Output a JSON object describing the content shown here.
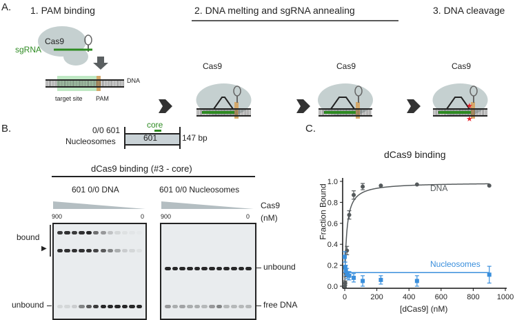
{
  "panels": {
    "a": "A.",
    "b": "B.",
    "c": "C."
  },
  "panel_a": {
    "step1": "1.  PAM binding",
    "step2": "2.  DNA melting and sgRNA annealing",
    "step3": "3.  DNA cleavage",
    "cas9": "Cas9",
    "sgrna": "sgRNA",
    "dna": "DNA",
    "target_site": "target site",
    "pam": "PAM",
    "colors": {
      "protein": "#c5d0d0",
      "sgrna": "#2e8b22",
      "pam": "#d4a86a",
      "target": "#bfe8c4",
      "cut": "#e8202a"
    }
  },
  "panel_b": {
    "construct_line1": "601 0/0",
    "construct_line2": "Nucleosomes",
    "core": "core",
    "box": "601",
    "length": "147 bp",
    "title": "dCas9 binding (#3 - core)",
    "gel_dna_title": "601 0/0 DNA",
    "gel_nuc_title": "601 0/0 Nucleosomes",
    "conc_high": "900",
    "conc_low": "0",
    "cas9_label": "Cas9",
    "unit_label": "(nM)",
    "bound": "bound",
    "unbound_left": "unbound",
    "unbound_right": "unbound",
    "free_dna": "free DNA",
    "gel_dna": {
      "upper_band": [
        0.85,
        0.9,
        0.85,
        0.9,
        0.95,
        0.6,
        0.4,
        0.2,
        0.1,
        0.05,
        0.03,
        0.02
      ],
      "arrow_band": [
        0.9,
        0.9,
        0.9,
        0.9,
        0.9,
        0.8,
        0.7,
        0.5,
        0.3,
        0.15,
        0.1,
        0.05
      ],
      "free_band": [
        0.1,
        0.1,
        0.15,
        0.5,
        0.7,
        0.85,
        0.95,
        0.95,
        0.95,
        0.95,
        0.95,
        0.95
      ]
    },
    "gel_nuc": {
      "nuc_band": [
        0.95,
        0.95,
        0.95,
        0.95,
        0.95,
        0.95,
        0.95,
        0.95,
        0.95,
        0.95,
        0.95,
        0.95
      ],
      "free_band": [
        0.4,
        0.3,
        0.35,
        0.3,
        0.3,
        0.25,
        0.4,
        0.5,
        0.25,
        0.25,
        0.25,
        0.25
      ]
    }
  },
  "chart_data": {
    "type": "scatter",
    "title": "dCas9 binding",
    "xlabel": "[dCas9] (nM)",
    "ylabel": "Fraction Bound",
    "xlim": [
      0,
      1000
    ],
    "ylim": [
      0,
      1.0
    ],
    "xticks": [
      "0",
      "200",
      "400",
      "600",
      "800",
      "1000"
    ],
    "yticks": [
      "0.0",
      "0.2",
      "0.4",
      "0.6",
      "0.8",
      "1.0"
    ],
    "series": [
      {
        "name": "DNA",
        "color": "#555a5c",
        "x": [
          0,
          3.5,
          7,
          14,
          28,
          56,
          112,
          225,
          450,
          900
        ],
        "y": [
          0.0,
          0.03,
          0.12,
          0.34,
          0.68,
          0.87,
          0.95,
          0.96,
          0.97,
          0.96
        ],
        "err": [
          0.01,
          0.02,
          0.03,
          0.04,
          0.04,
          0.04,
          0.03,
          0.0,
          0.0,
          0.0
        ],
        "fit_plateau": 0.99,
        "fit_kd": 12
      },
      {
        "name": "Nucleosomes",
        "color": "#3a8fdc",
        "x": [
          0,
          3.5,
          7,
          14,
          28,
          56,
          112,
          225,
          450,
          900
        ],
        "y": [
          0.28,
          0.18,
          0.15,
          0.12,
          0.1,
          0.08,
          0.05,
          0.06,
          0.05,
          0.11
        ],
        "err": [
          0.05,
          0.05,
          0.05,
          0.05,
          0.04,
          0.04,
          0.05,
          0.04,
          0.05,
          0.08
        ],
        "fit_level": 0.13
      }
    ]
  }
}
